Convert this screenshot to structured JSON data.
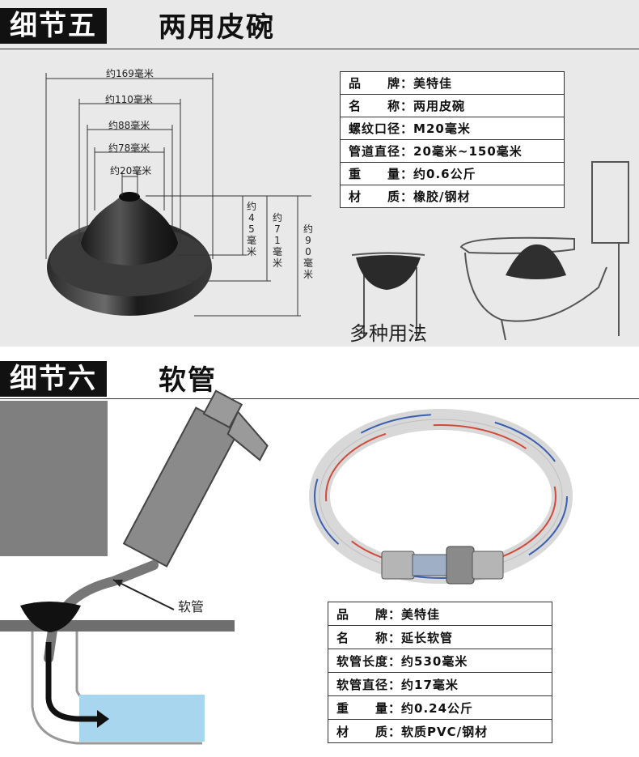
{
  "section5": {
    "badge": "细节五",
    "title": "两用皮碗",
    "dims": {
      "d169": "约169毫米",
      "d110": "约110毫米",
      "d88": "约88毫米",
      "d78": "约78毫米",
      "d20": "约20毫米",
      "h45": "约45毫米",
      "h71": "约71毫米",
      "h90": "约90毫米"
    },
    "specs": [
      {
        "label": "品　　牌：",
        "value": "美特佳"
      },
      {
        "label": "名　　称：",
        "value": "两用皮碗"
      },
      {
        "label": "螺纹口径：",
        "value": "M20毫米"
      },
      {
        "label": "管道直径：",
        "value": "20毫米~150毫米"
      },
      {
        "label": "重　　量：",
        "value": "约0.6公斤"
      },
      {
        "label": "材　　质：",
        "value": "橡胶/钢材"
      }
    ],
    "caption": "多种用法"
  },
  "section6": {
    "badge": "细节六",
    "title": "软管",
    "pointer_label": "软管",
    "specs": [
      {
        "label": "品　　牌：",
        "value": "美特佳"
      },
      {
        "label": "名　　称：",
        "value": "延长软管"
      },
      {
        "label": "软管长度：",
        "value": "约530毫米"
      },
      {
        "label": "软管直径：",
        "value": "约17毫米"
      },
      {
        "label": "重　　量：",
        "value": "约0.24公斤"
      },
      {
        "label": "材　　质：",
        "value": "软质PVC/钢材"
      }
    ]
  }
}
